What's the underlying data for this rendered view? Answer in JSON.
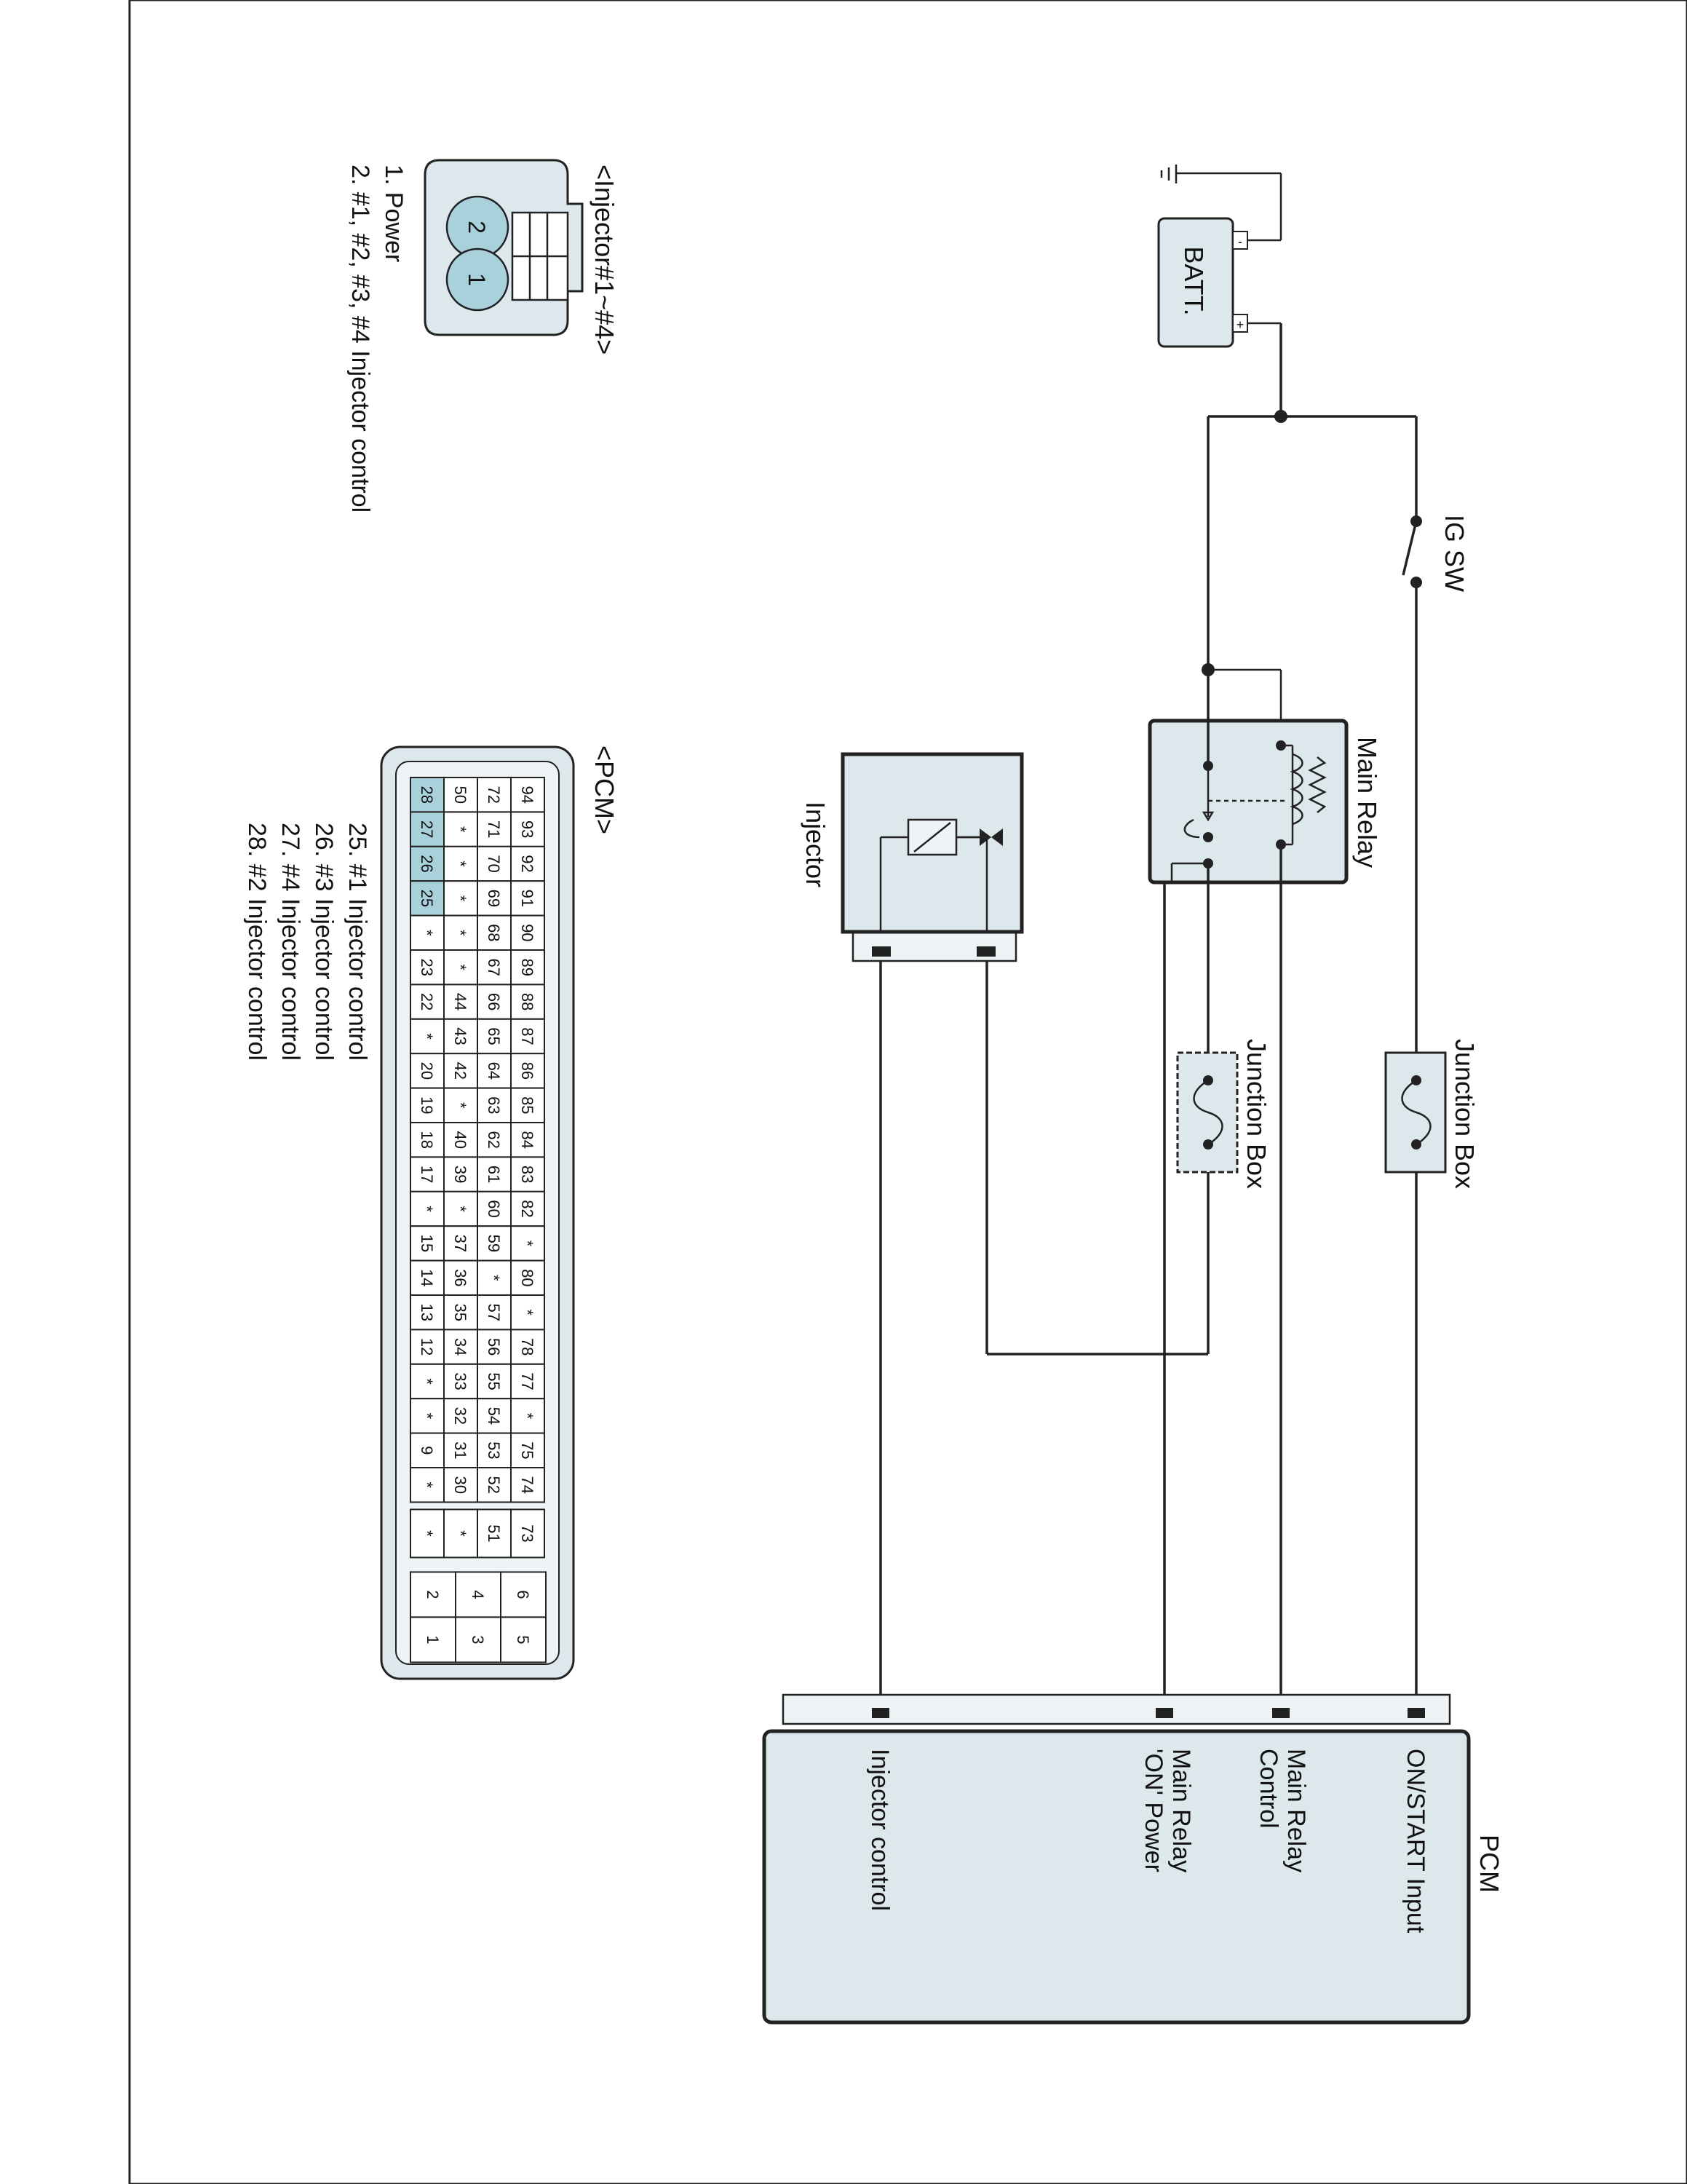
{
  "battery": {
    "label": "BATT.",
    "minus": "-",
    "plus": "+"
  },
  "ig_switch": {
    "label": "IG SW"
  },
  "main_relay": {
    "label": "Main Relay"
  },
  "injector_comp": {
    "label": "Injector"
  },
  "junction_box_1": {
    "label": "Junction Box"
  },
  "junction_box_2": {
    "label": "Junction Box"
  },
  "pcm_box": {
    "title": "PCM",
    "terminals": [
      "ON/START Input",
      "Main Relay",
      "Control",
      "Main Relay",
      "'ON' Power",
      "Injector control"
    ]
  },
  "injector_connector": {
    "title": "<Injector#1~#4>",
    "pin_labels": [
      "2",
      "1"
    ],
    "legend": [
      "1. Power",
      "2. #1, #2, #3, #4 Injector control"
    ]
  },
  "pcm_connector": {
    "title": "<PCM>",
    "rows": [
      [
        "94",
        "93",
        "92",
        "91",
        "90",
        "89",
        "88",
        "87",
        "86",
        "85",
        "84",
        "83",
        "82",
        "*",
        "80",
        "*",
        "78",
        "77",
        "*",
        "75",
        "74"
      ],
      [
        "72",
        "71",
        "70",
        "69",
        "68",
        "67",
        "66",
        "65",
        "64",
        "63",
        "62",
        "61",
        "60",
        "59",
        "*",
        "57",
        "56",
        "55",
        "54",
        "53",
        "52"
      ],
      [
        "50",
        "*",
        "*",
        "*",
        "*",
        "*",
        "44",
        "43",
        "42",
        "*",
        "40",
        "39",
        "*",
        "37",
        "36",
        "35",
        "34",
        "33",
        "32",
        "31",
        "30"
      ],
      [
        "28",
        "27",
        "26",
        "25",
        "*",
        "23",
        "22",
        "*",
        "20",
        "19",
        "18",
        "17",
        "*",
        "15",
        "14",
        "13",
        "12",
        "*",
        "*",
        "9",
        "*"
      ]
    ],
    "highlighted": [
      "28",
      "27",
      "26",
      "25"
    ],
    "extra": [
      "73",
      "51",
      "*",
      "*"
    ],
    "power_pins": [
      [
        "6",
        "5"
      ],
      [
        "4",
        "3"
      ],
      [
        "2",
        "1"
      ]
    ],
    "legend": [
      "25. #1 Injector control",
      "26. #3 Injector control",
      "27. #4 Injector control",
      "28. #2 Injector control"
    ]
  }
}
